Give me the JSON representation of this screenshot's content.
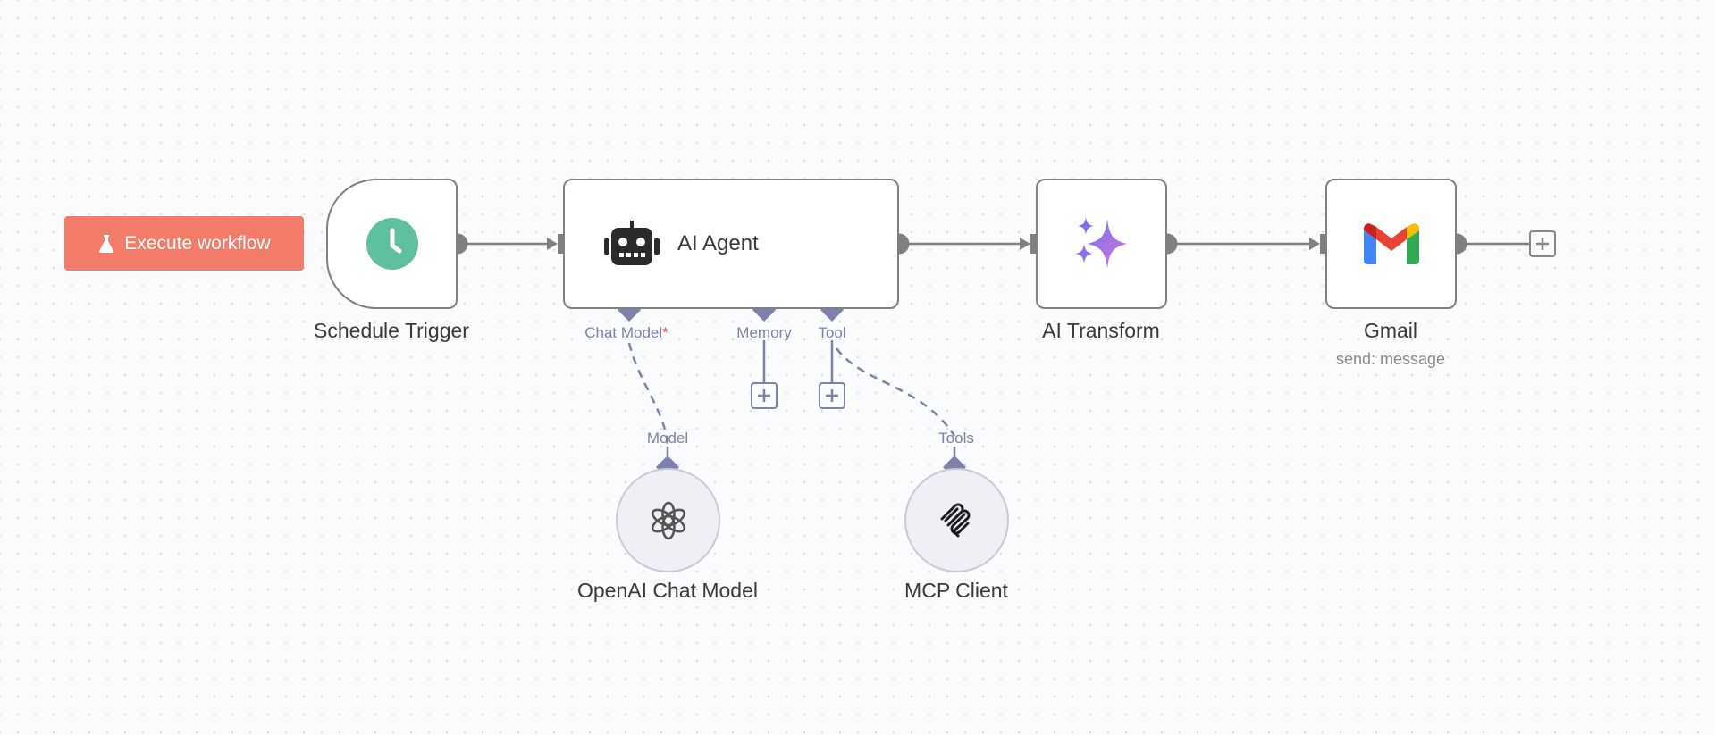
{
  "toolbar": {
    "execute_label": "Execute workflow",
    "execute_icon": "flask-icon",
    "execute_color": "#f27b6a"
  },
  "nodes": {
    "schedule_trigger": {
      "label": "Schedule Trigger",
      "icon": "clock-icon",
      "icon_color": "#5fc0a0"
    },
    "ai_agent": {
      "label": "AI Agent",
      "icon": "robot-icon",
      "ports": {
        "chat_model": "Chat Model",
        "required_mark": "*",
        "memory": "Memory",
        "tool": "Tool"
      }
    },
    "ai_transform": {
      "label": "AI Transform",
      "icon": "sparkles-icon"
    },
    "gmail": {
      "label": "Gmail",
      "subtitle": "send: message",
      "icon": "gmail-icon"
    },
    "openai_chat_model": {
      "label": "OpenAI Chat Model",
      "port": "Model",
      "icon": "openai-icon"
    },
    "mcp_client": {
      "label": "MCP Client",
      "port": "Tools",
      "icon": "mcp-icon"
    }
  },
  "colors": {
    "node_border": "#808080",
    "connector": "#808080",
    "ai_connector": "#7e80ad",
    "canvas": "#fafbfd"
  }
}
